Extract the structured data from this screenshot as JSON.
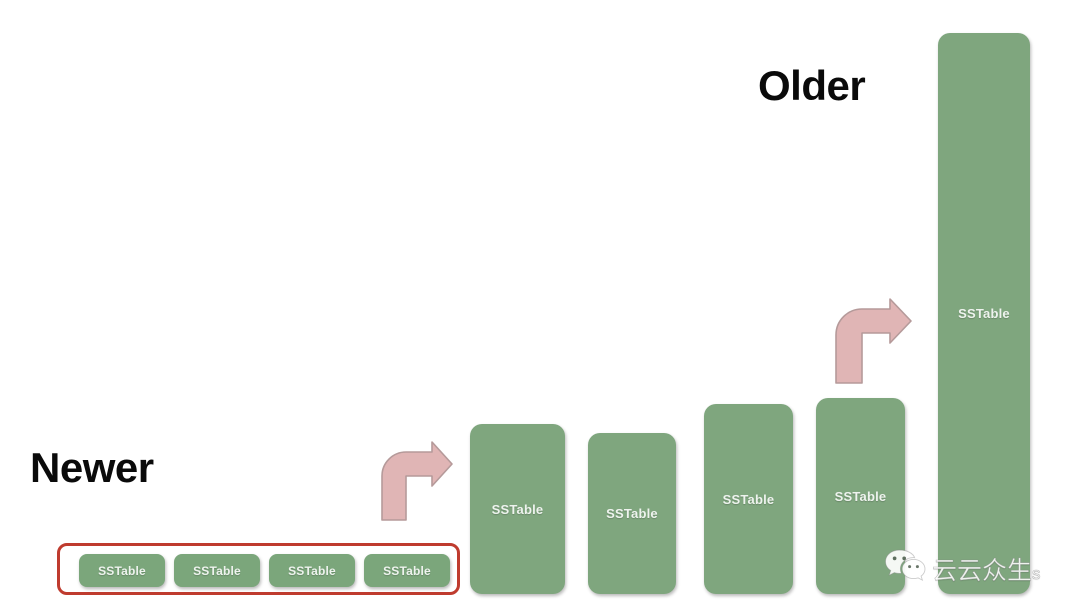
{
  "diagram": {
    "title_left": "Newer",
    "title_right": "Older",
    "block_label": "SSTable",
    "colors": {
      "block_green": "#7fa67e",
      "group_red": "#bf3b2e",
      "arrow_pink": "#e0b5b5",
      "arrow_pink_border": "#c9a0a0",
      "background": "#ffffff",
      "block_text": "#eef3ee"
    },
    "memtable_group": {
      "name": "level-0-group",
      "blocks": [
        {
          "label": "SSTable"
        },
        {
          "label": "SSTable"
        },
        {
          "label": "SSTable"
        },
        {
          "label": "SSTable"
        }
      ]
    },
    "compacted_blocks": [
      {
        "label": "SSTable"
      },
      {
        "label": "SSTable"
      },
      {
        "label": "SSTable"
      },
      {
        "label": "SSTable"
      },
      {
        "label": "SSTable"
      }
    ],
    "arrows": [
      {
        "name": "compaction-arrow-1",
        "direction": "up-right"
      },
      {
        "name": "compaction-arrow-2",
        "direction": "up-right"
      }
    ]
  },
  "watermark": {
    "icon": "wechat-logo-icon",
    "text": "云云众生",
    "suffix": "s"
  },
  "chart_data": {
    "type": "bar",
    "title": "",
    "xlabel": "",
    "ylabel": "",
    "categories": [
      "SSTable",
      "SSTable",
      "SSTable",
      "SSTable",
      "SSTable"
    ],
    "values": [
      170,
      160,
      190,
      196,
      561
    ],
    "note": "Bar heights in pixels representing relative SSTable sizes, increasing from newer (left) to older (right)",
    "grid": false,
    "legend": null
  }
}
